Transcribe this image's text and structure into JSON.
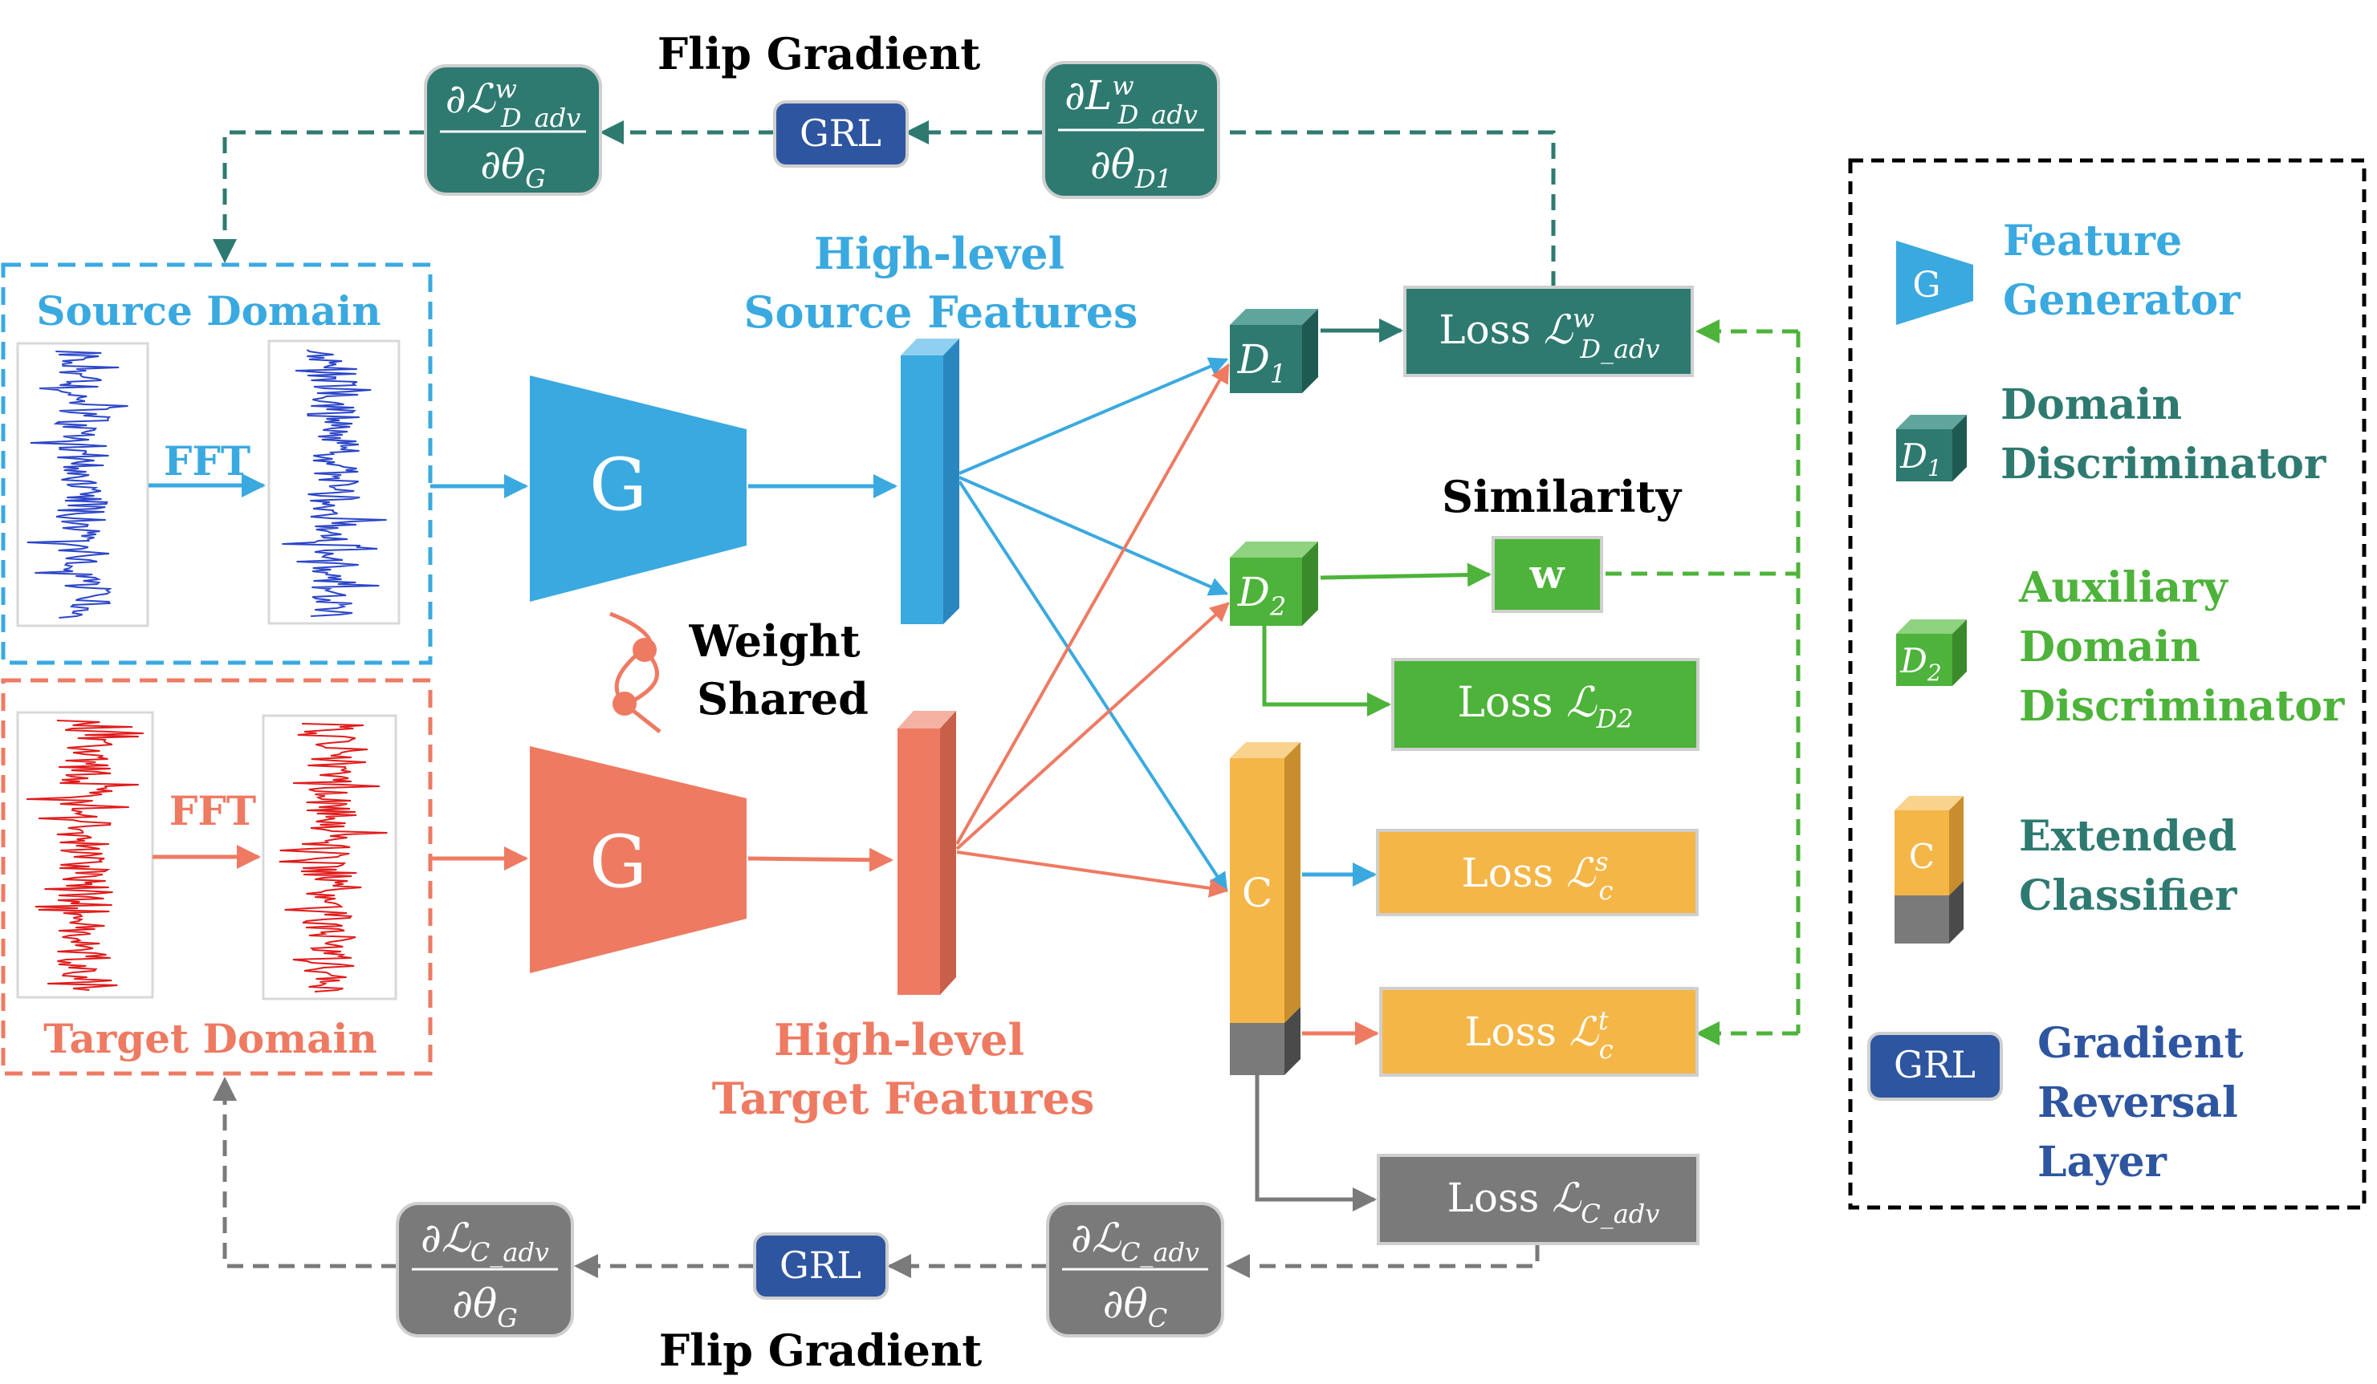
{
  "colors": {
    "source": "#3aa9e0",
    "target": "#ee7a62",
    "teal": "#2e7a70",
    "green": "#4db33a",
    "orange": "#f5b648",
    "gray": "#7a7a7a",
    "navy": "#2e55a0",
    "blue_signal": "#2b45c8",
    "red_signal": "#e11a1a"
  },
  "top_branch": {
    "title": "Flip Gradient",
    "grl_label": "GRL",
    "grad_left": {
      "num_main": "∂ℒ",
      "num_sup": "w",
      "num_sub": "D_adv",
      "den_main": "∂θ",
      "den_sub": "G"
    },
    "grad_right": {
      "num_main": "∂L",
      "num_sup": "w",
      "num_sub": "D_adv",
      "den_main": "∂θ",
      "den_sub": "D1"
    }
  },
  "bottom_branch": {
    "title": "Flip Gradient",
    "grl_label": "GRL",
    "grad_left": {
      "num_main": "∂ℒ",
      "num_sub": "C_adv",
      "den_main": "∂θ",
      "den_sub": "G"
    },
    "grad_right": {
      "num_main": "∂ℒ",
      "num_sub": "C_adv",
      "den_main": "∂θ",
      "den_sub": "C"
    }
  },
  "source_domain": {
    "title": "Source Domain",
    "fft_label": "FFT"
  },
  "target_domain": {
    "title": "Target Domain",
    "fft_label": "FFT"
  },
  "generator_label": "G",
  "weight_shared": {
    "line1": "Weight",
    "line2": "Shared"
  },
  "source_features": {
    "line1": "High-level",
    "line2": "Source  Features"
  },
  "target_features": {
    "line1": "High-level",
    "line2": "Target  Features"
  },
  "discriminators": {
    "d1_main": "D",
    "d1_sub": "1",
    "d2_main": "D",
    "d2_sub": "2",
    "classifier": "C"
  },
  "similarity": {
    "title": "Similarity",
    "weight": "w"
  },
  "losses": {
    "d_adv": {
      "prefix": "Loss ",
      "main": "ℒ",
      "sup": "w",
      "sub": "D_adv"
    },
    "d2": {
      "prefix": "Loss ",
      "main": "ℒ",
      "sub": "D2"
    },
    "c_s": {
      "prefix": "Loss ",
      "main": "ℒ",
      "sup": "s",
      "sub": "c"
    },
    "c_t": {
      "prefix": "Loss ",
      "main": "ℒ",
      "sup": "t",
      "sub": "c"
    },
    "c_adv": {
      "prefix": "Loss ",
      "main": "ℒ",
      "sub": "C_adv"
    }
  },
  "legend": {
    "generator": {
      "icon": "G",
      "line1": "Feature",
      "line2": "Generator"
    },
    "domain": {
      "icon_main": "D",
      "icon_sub": "1",
      "line1": "Domain",
      "line2": "Discriminator"
    },
    "auxiliary": {
      "icon_main": "D",
      "icon_sub": "2",
      "line1": "Auxiliary",
      "line2": "Domain",
      "line3": "Discriminator"
    },
    "classifier": {
      "icon": "C",
      "line1": "Extended",
      "line2": "Classifier"
    },
    "grl": {
      "icon": "GRL",
      "line1": "Gradient",
      "line2": "Reversal",
      "line3": "Layer"
    }
  }
}
